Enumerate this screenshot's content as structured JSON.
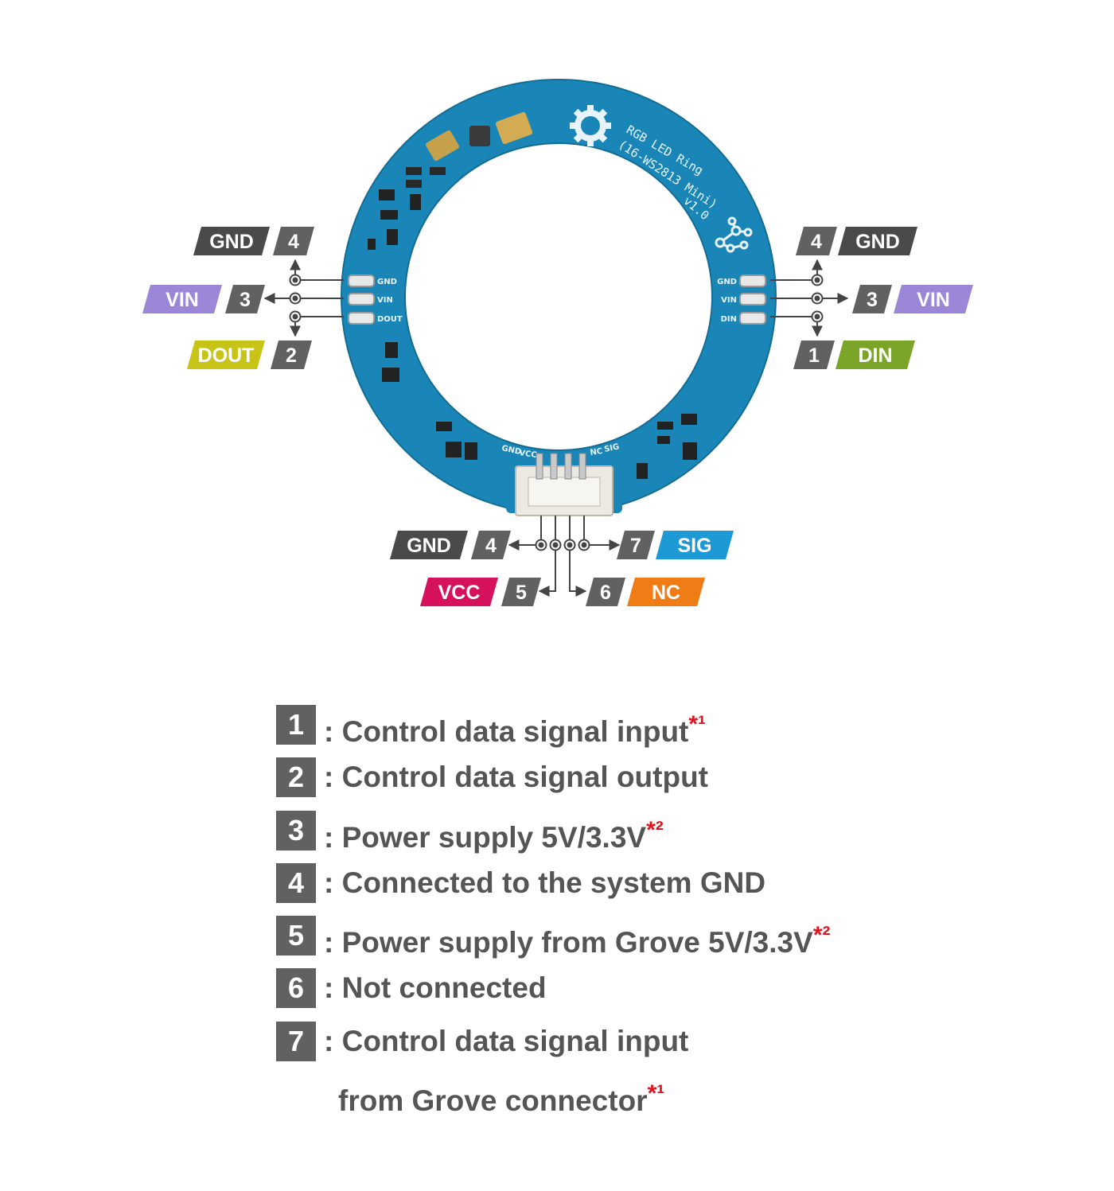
{
  "board": {
    "silkscreen_title_line1": "RGB LED Ring",
    "silkscreen_title_line2": "(16-WS2813 Mini)",
    "silkscreen_version": "v1.0",
    "left_pads": [
      "GND",
      "VIN",
      "DOUT"
    ],
    "right_pads": [
      "GND",
      "VIN",
      "DIN"
    ],
    "grove_pads": [
      "GND",
      "VCC",
      "NC",
      "SIG"
    ],
    "pcb_color": "#1a86b8"
  },
  "pin_tags": {
    "left": [
      {
        "label": "GND",
        "num": "4",
        "color": "#4a4a4a"
      },
      {
        "label": "VIN",
        "num": "3",
        "color": "#9b86d8"
      },
      {
        "label": "DOUT",
        "num": "2",
        "color": "#c8c417"
      }
    ],
    "right": [
      {
        "label": "GND",
        "num": "4",
        "color": "#4a4a4a"
      },
      {
        "label": "VIN",
        "num": "3",
        "color": "#9b86d8"
      },
      {
        "label": "DIN",
        "num": "1",
        "color": "#7ba528"
      }
    ],
    "bottom": [
      {
        "label": "GND",
        "num": "4",
        "color": "#4a4a4a"
      },
      {
        "label": "SIG",
        "num": "7",
        "color": "#1d9ad6"
      },
      {
        "label": "VCC",
        "num": "5",
        "color": "#d6115e"
      },
      {
        "label": "NC",
        "num": "6",
        "color": "#f07c16"
      }
    ],
    "number_box_color": "#616161"
  },
  "legend": {
    "items": [
      {
        "num": "1",
        "text": ": Control data signal input",
        "note": "*¹"
      },
      {
        "num": "2",
        "text": ": Control data signal output",
        "note": ""
      },
      {
        "num": "3",
        "text": ": Power supply 5V/3.3V",
        "note": "*²"
      },
      {
        "num": "4",
        "text": ": Connected to the system GND",
        "note": ""
      },
      {
        "num": "5",
        "text": ": Power supply from Grove 5V/3.3V",
        "note": "*²"
      },
      {
        "num": "6",
        "text": ": Not connected",
        "note": ""
      },
      {
        "num": "7",
        "text": ": Control data signal input",
        "note": ""
      }
    ],
    "continuation": {
      "text": "from Grove connector",
      "note": "*¹"
    }
  }
}
